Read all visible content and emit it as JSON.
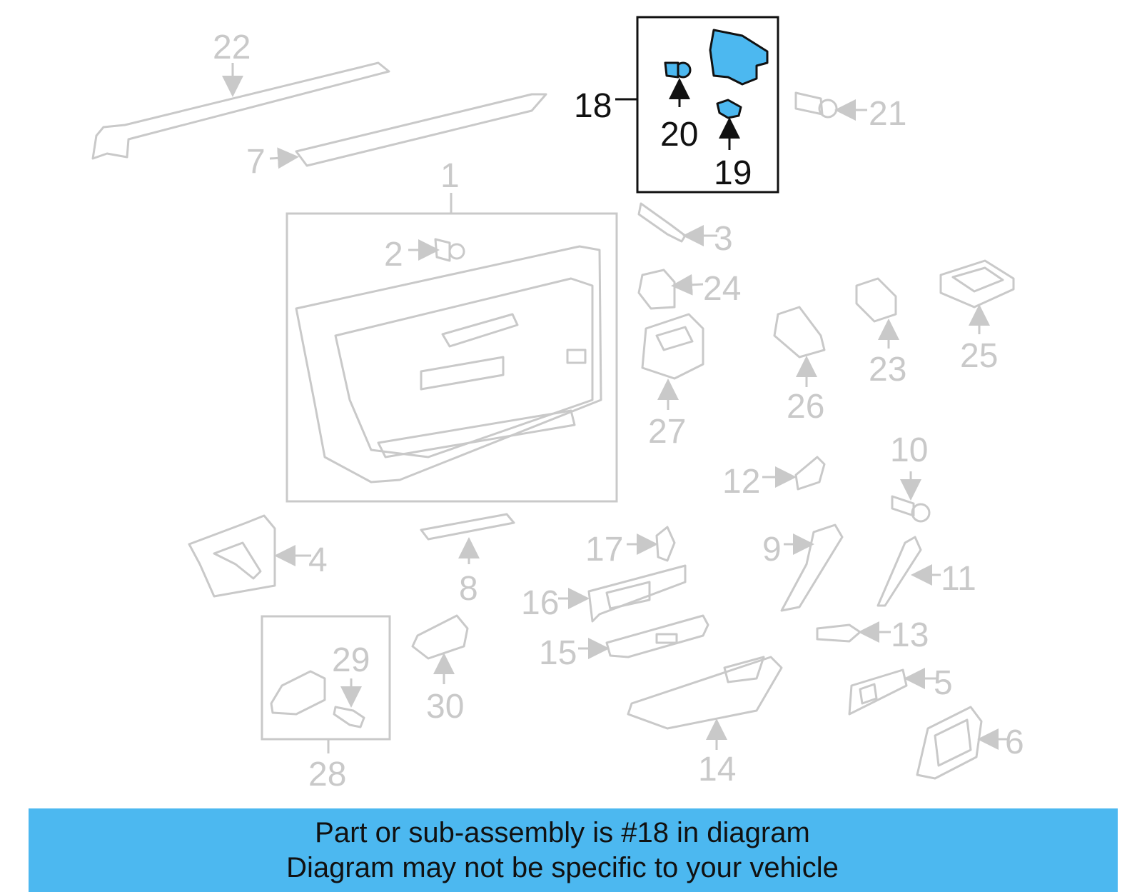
{
  "colors": {
    "highlight": "#4cb8f0",
    "muted_part": "#c9c9c9",
    "dark": "#111111",
    "banner": "#4cb8f0"
  },
  "callouts": {
    "c1": "1",
    "c2": "2",
    "c3": "3",
    "c4": "4",
    "c5": "5",
    "c6": "6",
    "c7": "7",
    "c8": "8",
    "c9": "9",
    "c10": "10",
    "c11": "11",
    "c12": "12",
    "c13": "13",
    "c14": "14",
    "c15": "15",
    "c16": "16",
    "c17": "17",
    "c18": "18",
    "c19": "19",
    "c20": "20",
    "c21": "21",
    "c22": "22",
    "c23": "23",
    "c24": "24",
    "c25": "25",
    "c26": "26",
    "c27": "27",
    "c28": "28",
    "c29": "29",
    "c30": "30"
  },
  "banner": {
    "line1": "Part or sub-assembly is #18 in diagram",
    "line2": "Diagram may not be specific to your vehicle"
  }
}
